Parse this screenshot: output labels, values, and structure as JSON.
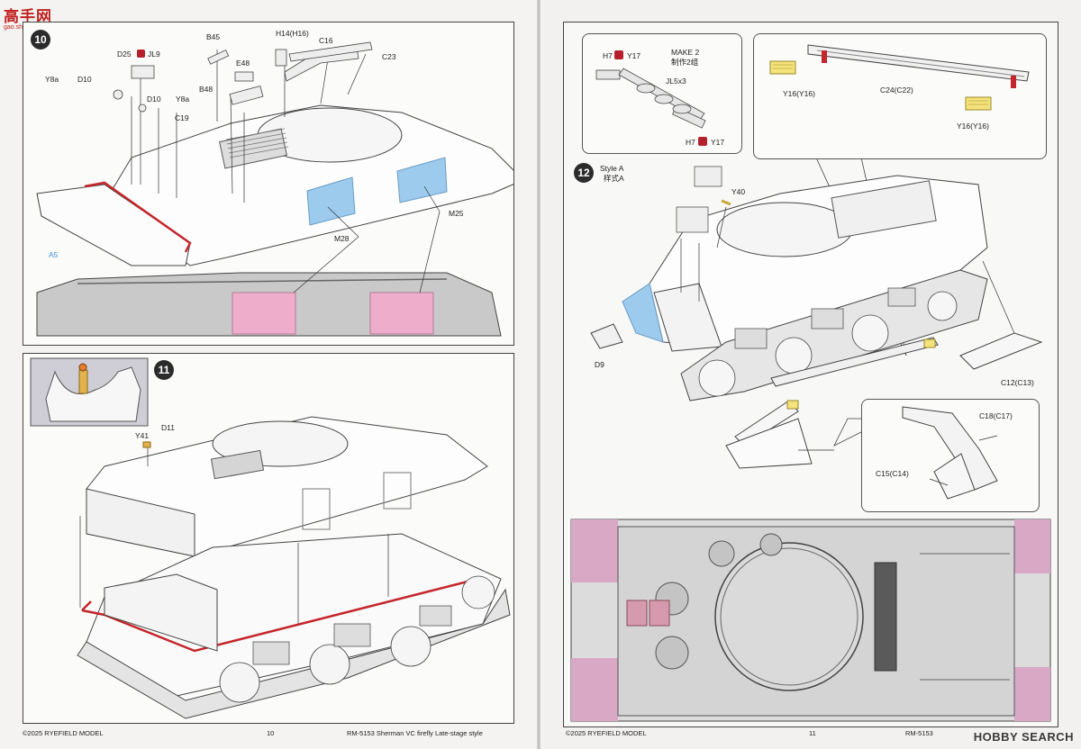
{
  "watermark": {
    "logo_text": "高手网",
    "url": "gao.shou.com"
  },
  "brand_mark": "HOBBY SEARCH",
  "left_page": {
    "step10": {
      "number": "10",
      "labels": {
        "b45": "B45",
        "h14": "H14(H16)",
        "c16": "C16",
        "c23": "C23",
        "d25": "D25",
        "jl9": "JL9",
        "e48": "E48",
        "y8a": "Y8a",
        "d10": "D10",
        "b48": "B48",
        "d10b": "D10",
        "y8a_b": "Y8a",
        "c19": "C19",
        "m25": "M25",
        "m28": "M28",
        "a5": "A5"
      }
    },
    "step11": {
      "number": "11",
      "labels": {
        "y41": "Y41",
        "d11": "D11"
      }
    },
    "footer": {
      "copyright": "©2025 RYEFIELD MODEL",
      "page_number": "10",
      "product": "RM-5153 Sherman VC firefly Late-stage style"
    }
  },
  "right_page": {
    "make2": {
      "title": "MAKE 2",
      "title_cn": "制作2组",
      "labels": {
        "h7_top": "H7",
        "y17_top": "Y17",
        "jl5": "JL5x3",
        "h7_bottom": "H7",
        "y17_bottom": "Y17"
      }
    },
    "rail": {
      "labels": {
        "y16_left": "Y16(Y16)",
        "c24": "C24(C22)",
        "y16_right": "Y16(Y16)"
      }
    },
    "step12": {
      "number": "12",
      "style_label": "Style A",
      "style_label_cn": "样式A",
      "labels": {
        "y40": "Y40",
        "d9": "D9",
        "c12": "C12(C13)"
      }
    },
    "fender": {
      "labels": {
        "c18": "C18(C17)",
        "c15": "C15(C14)"
      }
    },
    "footer": {
      "copyright": "©2025 RYEFIELD MODEL",
      "page_number": "11",
      "product": "RM-5153"
    }
  },
  "colors": {
    "decal_blue": "#9ccbee",
    "decal_pink": "#eeaecb",
    "red_line": "#c4262b",
    "yellow_part": "#f4e27a",
    "mask_pink": "#d9a8c5"
  }
}
